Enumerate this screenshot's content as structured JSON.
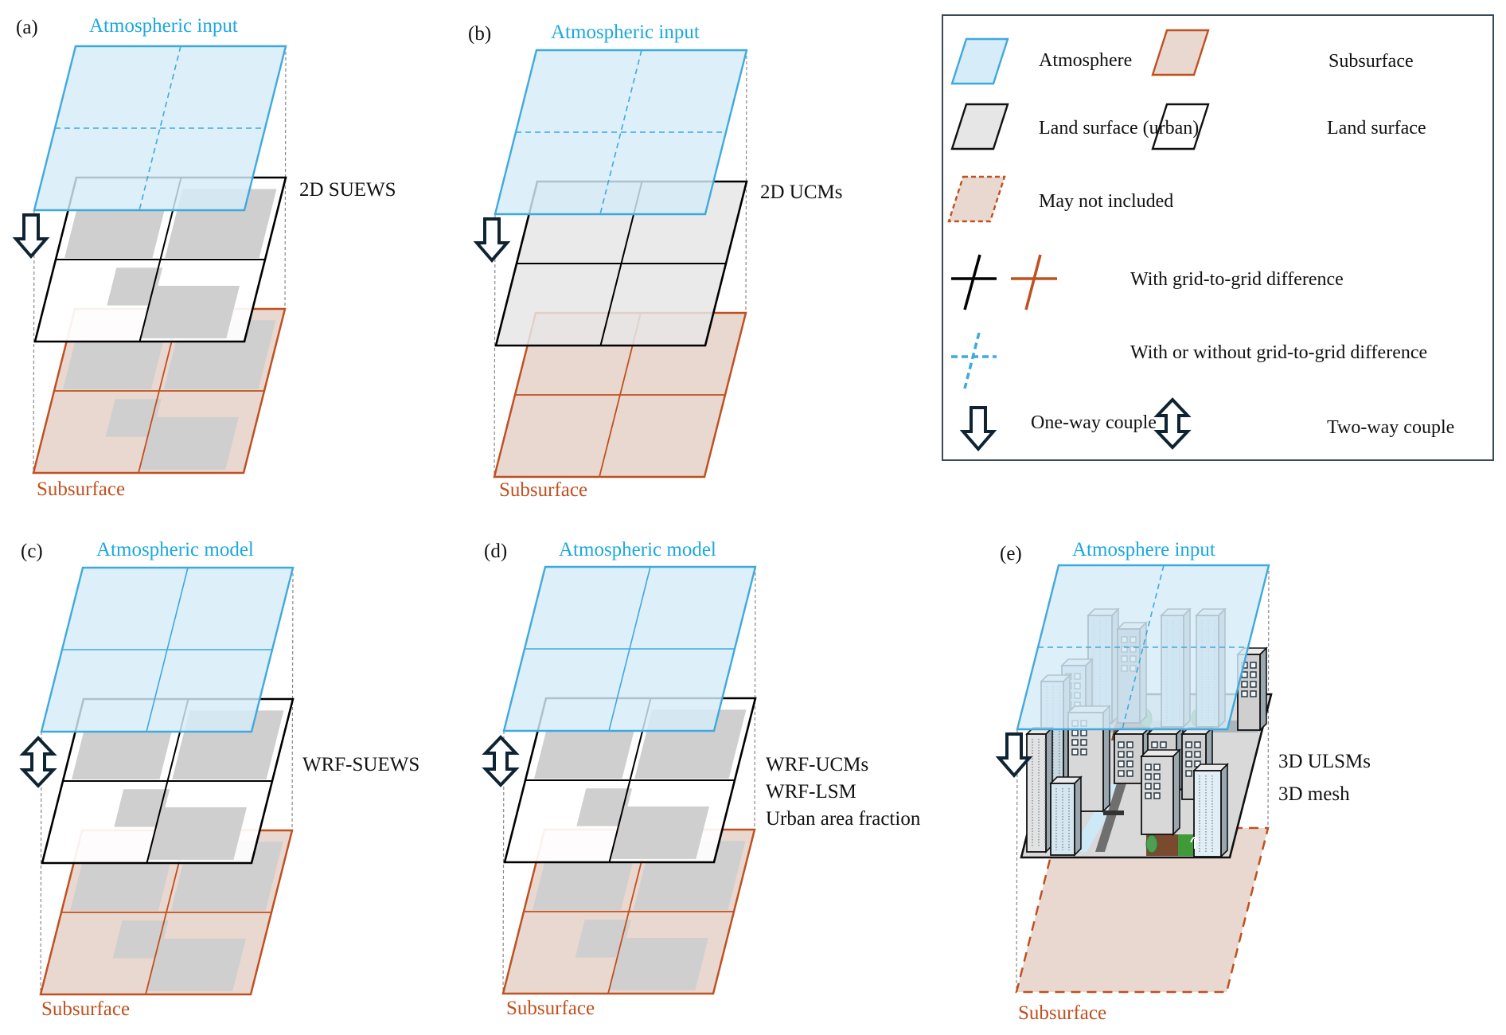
{
  "colors": {
    "atmosphere_stroke": "#3fa9de",
    "atmosphere_fill": "#d6ecf8",
    "atmosphere_title": "#1ba8e0",
    "land_stroke": "#000000",
    "land_urban_fill": "#e6e6e6",
    "urban_patch_fill": "#cfcfcf",
    "subsurface_stroke": "#c0501f",
    "subsurface_fill": "#e8d8d0",
    "arrow_stroke": "#0f2433",
    "guide_line": "#888888",
    "legend_border": "#3a4a57"
  },
  "panels": [
    {
      "id": "a",
      "letter": "(a)",
      "atmosphere_title": "Atmospheric input",
      "atmosphere_grid": "dashed",
      "land_type": "mixed",
      "land_label_lines": [
        "2D SUEWS"
      ],
      "subsurface_title": "Subsurface",
      "subsurface_style": "solid",
      "coupling": "one-way"
    },
    {
      "id": "b",
      "letter": "(b)",
      "atmosphere_title": "Atmospheric input",
      "atmosphere_grid": "dashed",
      "land_type": "urban",
      "land_label_lines": [
        "2D UCMs"
      ],
      "subsurface_title": "Subsurface",
      "subsurface_style": "solid",
      "coupling": "one-way"
    },
    {
      "id": "c",
      "letter": "(c)",
      "atmosphere_title": "Atmospheric model",
      "atmosphere_grid": "solid",
      "land_type": "mixed",
      "land_label_lines": [
        "WRF-SUEWS"
      ],
      "subsurface_title": "Subsurface",
      "subsurface_style": "solid",
      "coupling": "two-way"
    },
    {
      "id": "d",
      "letter": "(d)",
      "atmosphere_title": "Atmospheric model",
      "atmosphere_grid": "solid",
      "land_type": "mixed",
      "land_label_lines": [
        "WRF-UCMs",
        "WRF-LSM",
        "Urban area fraction"
      ],
      "subsurface_title": "Subsurface",
      "subsurface_style": "solid",
      "coupling": "two-way"
    },
    {
      "id": "e",
      "letter": "(e)",
      "atmosphere_title": "Atmosphere input",
      "atmosphere_grid": "dashed",
      "land_type": "3d-city",
      "land_label_lines": [
        "3D ULSMs",
        "3D mesh"
      ],
      "subsurface_title": "Subsurface",
      "subsurface_style": "dashed",
      "coupling": "one-way"
    }
  ],
  "legend": {
    "items": [
      {
        "key": "atmosphere",
        "label": "Atmosphere"
      },
      {
        "key": "subsurface",
        "label": "Subsurface"
      },
      {
        "key": "land-urban",
        "label": "Land surface (urban)"
      },
      {
        "key": "land",
        "label": "Land surface"
      },
      {
        "key": "may-not-included",
        "label": "May not included"
      },
      {
        "key": "grid-diff",
        "label": "With grid-to-grid difference"
      },
      {
        "key": "grid-maybe",
        "label": "With or without grid-to-grid difference"
      },
      {
        "key": "one-way",
        "label": "One-way couple"
      },
      {
        "key": "two-way",
        "label": "Two-way couple"
      }
    ]
  }
}
